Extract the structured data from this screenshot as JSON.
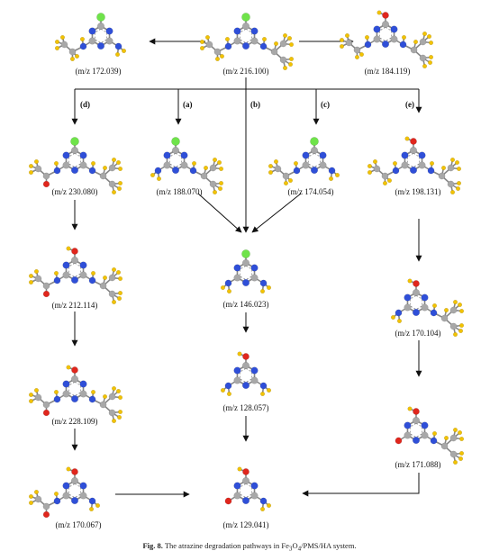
{
  "molecules": [
    {
      "id": "m216",
      "label": "(m/z 216.100)",
      "top": "Cl",
      "left": "ethyl",
      "right": "isopropyl"
    },
    {
      "id": "m172",
      "label": "(m/z 172.039)",
      "top": "Cl",
      "left": "ethyl",
      "right": "amine"
    },
    {
      "id": "m184",
      "label": "(m/z 184.119)",
      "top": "OH",
      "left": "ethyl",
      "right": "isopropyl"
    },
    {
      "id": "m230",
      "label": "(m/z 230.080)",
      "top": "Cl",
      "left": "acetyl",
      "right": "isopropyl"
    },
    {
      "id": "m188",
      "label": "(m/z 188.070)",
      "top": "Cl",
      "left": "amine",
      "right": "isopropyl"
    },
    {
      "id": "m174",
      "label": "(m/z 174.054)",
      "top": "Cl",
      "left": "ethyl",
      "right": "amine"
    },
    {
      "id": "m198",
      "label": "(m/z 198.131)",
      "top": "OH",
      "left": "ethyl",
      "right": "isopropyl"
    },
    {
      "id": "m212",
      "label": "(m/z 212.114)",
      "top": "OH",
      "left": "acetyl",
      "right": "isopropyl"
    },
    {
      "id": "m146",
      "label": "(m/z 146.023)",
      "top": "Cl",
      "left": "amine",
      "right": "amine"
    },
    {
      "id": "m170b",
      "label": "(m/z 170.104)",
      "top": "OH",
      "left": "amine",
      "right": "isopropyl"
    },
    {
      "id": "m228",
      "label": "(m/z 228.109)",
      "top": "OH",
      "left": "acetyl",
      "right": "isopropyl"
    },
    {
      "id": "m128",
      "label": "(m/z 128.057)",
      "top": "OH",
      "left": "amine",
      "right": "amine"
    },
    {
      "id": "m171",
      "label": "(m/z 171.088)",
      "top": "OH",
      "left": "OH",
      "right": "isopropyl"
    },
    {
      "id": "m170a",
      "label": "(m/z 170.067)",
      "top": "OH",
      "left": "acetyl",
      "right": "amine"
    },
    {
      "id": "m129",
      "label": "(m/z 129.041)",
      "top": "OH",
      "left": "OH",
      "right": "amine"
    }
  ],
  "branches": [
    "(d)",
    "(a)",
    "(b)",
    "(c)",
    "(e)"
  ],
  "caption": {
    "fig": "Fig. 8.",
    "text": " The atrazine degradation pathways in Fe",
    "sub1": "3",
    "mid": "O",
    "sub2": "4",
    "end": "/PMS/HA system."
  },
  "colors": {
    "carbon": "#a8a8a8",
    "nitrogen": "#2f4fd8",
    "hydrogen": "#f2c200",
    "oxygen": "#e0261d",
    "chlorine": "#6fe34a",
    "bond": "#888888",
    "arrow": "#111111"
  }
}
